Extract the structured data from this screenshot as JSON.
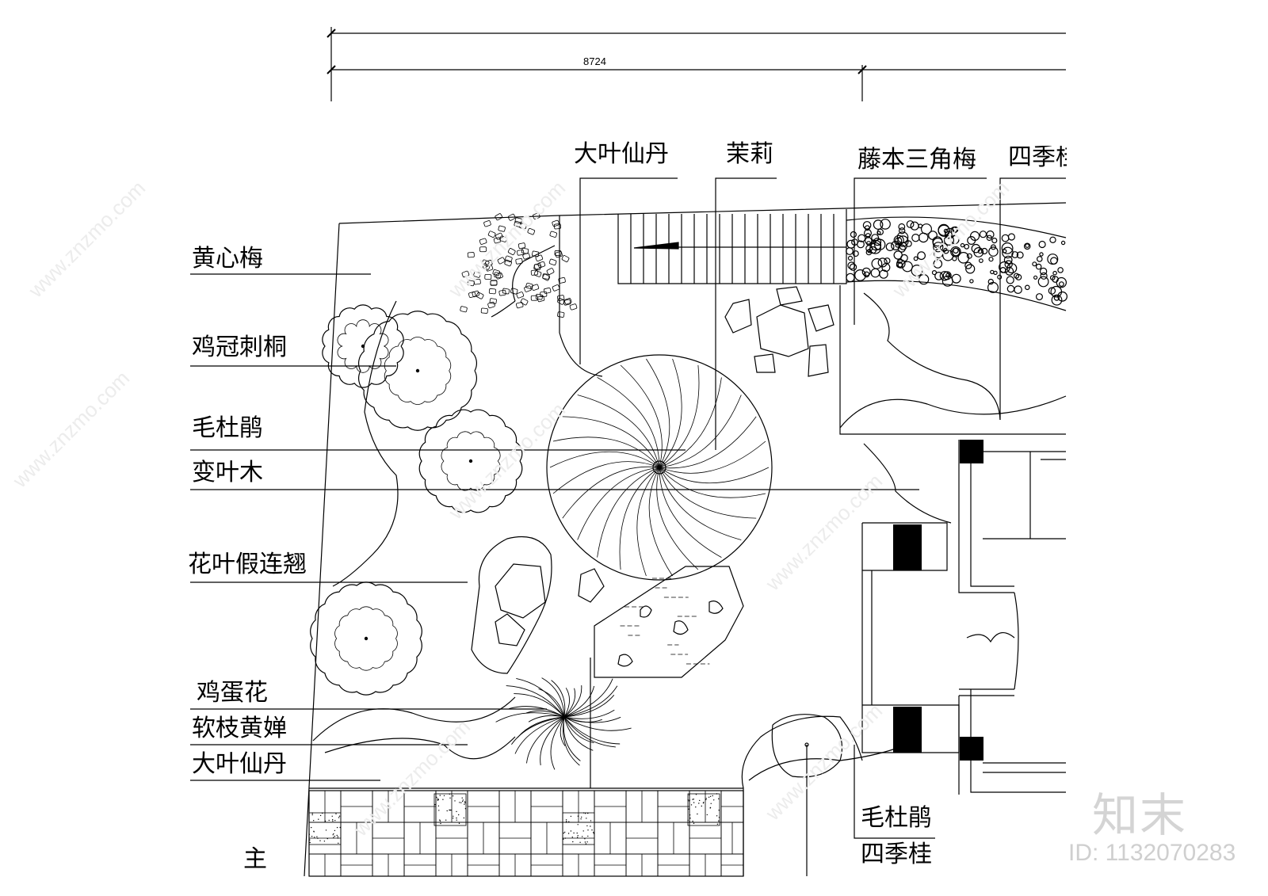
{
  "dimension": "8724",
  "labels_left": [
    "黄心梅",
    "鸡冠刺桐",
    "毛杜鹃",
    "变叶木",
    "花叶假连翘",
    "鸡蛋花",
    "软枝黄婵",
    "大叶仙丹"
  ],
  "labels_top": [
    "大叶仙丹",
    "茉莉",
    "藤本三角梅",
    "四季桂"
  ],
  "labels_bottom_right": [
    "毛杜鹃",
    "四季桂"
  ],
  "label_bottom_left": "主",
  "watermark": {
    "site": "www.znzmo.com",
    "brand": "知末",
    "id": "ID: 1132070283"
  }
}
